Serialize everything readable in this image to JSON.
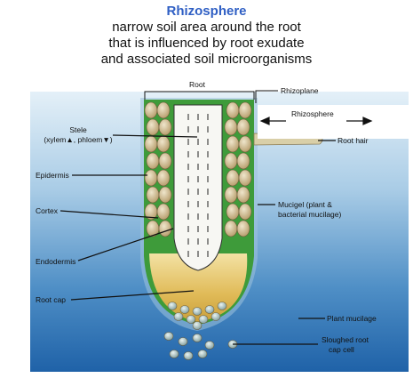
{
  "header": {
    "title": "Rhizosphere",
    "subtitle_lines": [
      "narrow soil area around the root",
      "that is influenced by root exudate",
      "and associated soil microorganisms"
    ]
  },
  "labels": {
    "root": "Root",
    "rhizoplane": "Rhizoplane",
    "rhizosphere": "Rhizosphere",
    "stele_line1": "Stele",
    "stele_line2": "(xylem▲, phloem▼)",
    "root_hair": "Root hair",
    "epidermis": "Epidermis",
    "cortex": "Cortex",
    "mucigel_line1": "Mucigel (plant &",
    "mucigel_line2": "bacterial mucilage)",
    "endodermis": "Endodermis",
    "root_cap": "Root cap",
    "plant_mucilage": "Plant mucilage",
    "sloughed_line1": "Sloughed root",
    "sloughed_line2": "cap cell"
  },
  "colors": {
    "title": "#2f5fc4",
    "soil_top": "#d6e8f4",
    "soil_bottom": "#1f62a8",
    "epidermis_green": "#3e9b3a",
    "cortex_cell": "#c9b58a",
    "root_cap": "#e3c064"
  }
}
